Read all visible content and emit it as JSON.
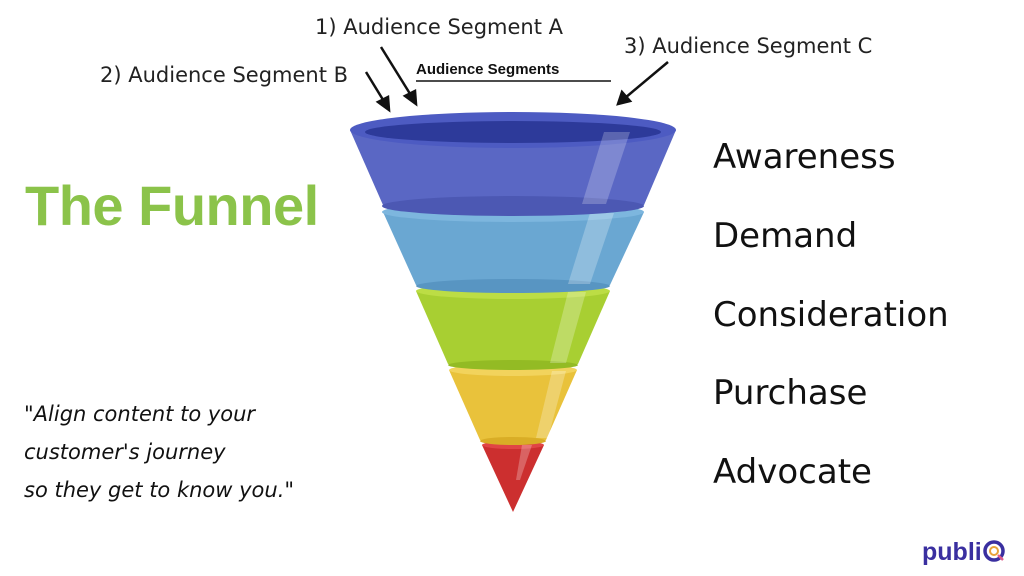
{
  "colors": {
    "title": "#8bc34a",
    "text": "#111111",
    "logo": "#3a2fa0",
    "band_blue_dark": "#5a67c4",
    "band_blue_light": "#6aa7d2",
    "band_green": "#a8cf32",
    "band_yellow": "#e9c23b",
    "band_red": "#cc2f2f"
  },
  "segments": {
    "a": "1) Audience Segment A",
    "b": "2) Audience Segment B",
    "c": "3) Audience Segment C",
    "heading": "Audience Segments"
  },
  "title": "The Funnel",
  "stages": [
    "Awareness",
    "Demand",
    "Consideration",
    "Purchase",
    "Advocate"
  ],
  "quote": {
    "line1": "\"Align content to your",
    "line2": "customer's journey",
    "line3": "so they get to know you.\""
  },
  "logo": {
    "text": "publi",
    "icon": "target-o-icon"
  }
}
